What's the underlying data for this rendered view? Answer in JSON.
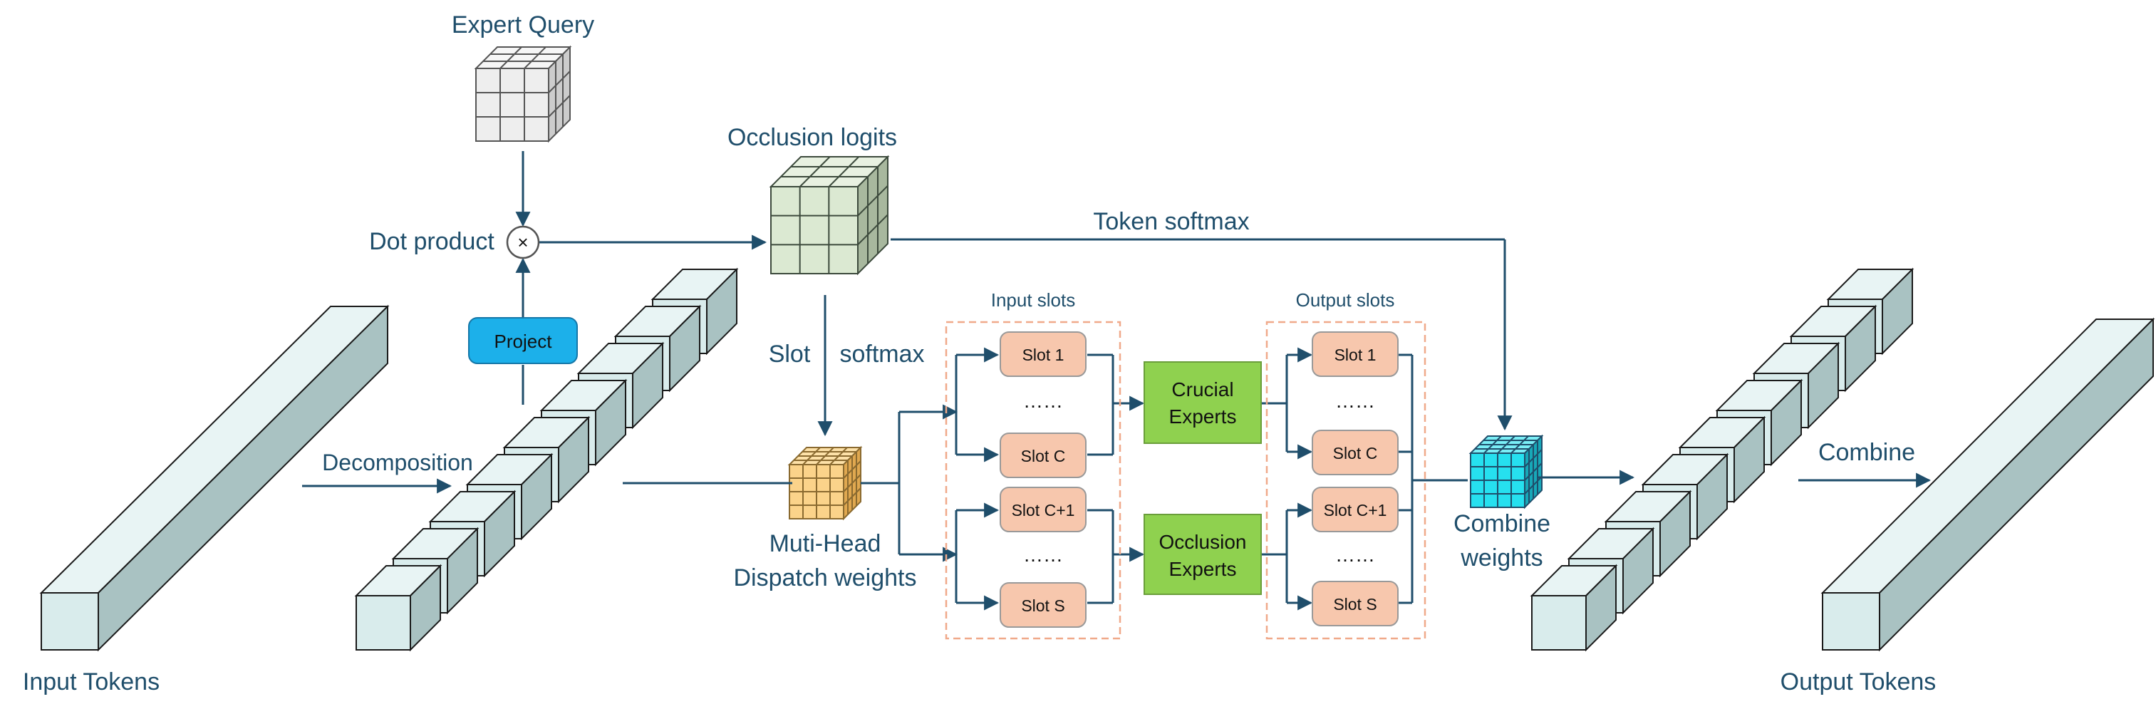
{
  "labels": {
    "expert_query": "Expert Query",
    "dot_product": "Dot product",
    "project": "Project",
    "occlusion_logits": "Occlusion logits",
    "token_softmax": "Token softmax",
    "slot_softmax_1": "Slot",
    "slot_softmax_2": "softmax",
    "decomposition": "Decomposition",
    "input_tokens": "Input Tokens",
    "dispatch_1": "Muti-Head",
    "dispatch_2": "Dispatch weights",
    "input_slots": "Input slots",
    "output_slots": "Output slots",
    "crucial_1": "Crucial",
    "crucial_2": "Experts",
    "occlusion_1": "Occlusion",
    "occlusion_2": "Experts",
    "combine_weights_1": "Combine",
    "combine_weights_2": "weights",
    "combine": "Combine",
    "output_tokens": "Output Tokens",
    "dots": "……",
    "times": "×"
  },
  "slots": {
    "input": [
      "Slot 1",
      "Slot C",
      "Slot C+1",
      "Slot S"
    ],
    "output": [
      "Slot 1",
      "Slot C",
      "Slot C+1",
      "Slot S"
    ]
  },
  "colors": {
    "line": "#1f4e6b",
    "slot_fill": "#f7c7ad",
    "expert_fill": "#8fd14f",
    "project_fill": "#1cb0ea",
    "bar_front": "#d9ecec",
    "bar_top": "#e8f4f4",
    "bar_side": "#a9c2c2",
    "cube_gray": "#eeeeee",
    "cube_green": "#dbe9d2",
    "cube_orange": "#fbd38a",
    "cube_cyan": "#26e0ef",
    "dash_box": "#f0a98a"
  }
}
